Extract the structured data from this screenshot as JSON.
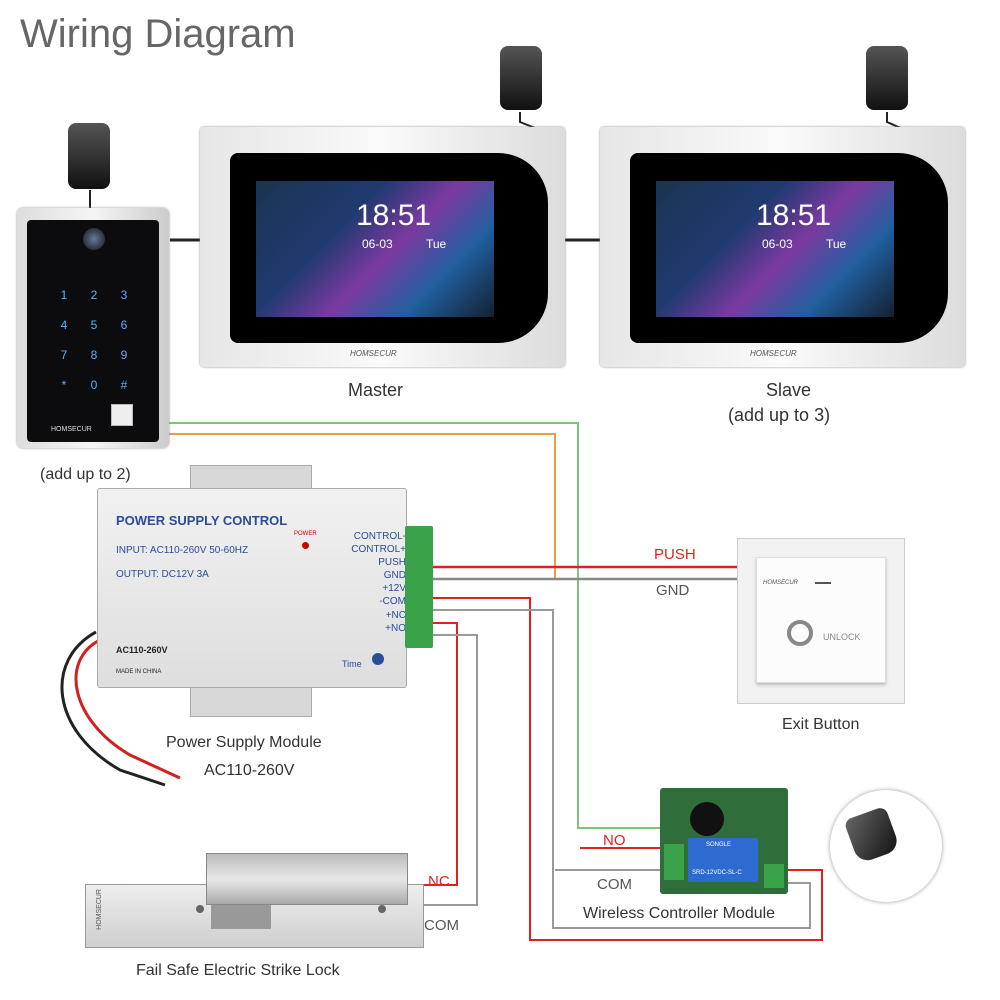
{
  "title": "Wiring Diagram",
  "monitors": {
    "master": {
      "time": "18:51",
      "date": "06-03",
      "day": "Tue",
      "brand": "HOMSECUR",
      "label": "Master"
    },
    "slave": {
      "time": "18:51",
      "date": "06-03",
      "day": "Tue",
      "brand": "HOMSECUR",
      "label_line1": "Slave",
      "label_line2": "(add up to 3)"
    }
  },
  "door_station": {
    "brand": "HOMSECUR",
    "note": "(add up to 2)",
    "keys": [
      "1",
      "2",
      "3",
      "4",
      "5",
      "6",
      "7",
      "8",
      "9",
      "*",
      "0",
      "#"
    ]
  },
  "power_supply": {
    "header": "POWER SUPPLY CONTROL",
    "input": "INPUT: AC110-260V 50-60HZ",
    "output": "OUTPUT: DC12V  3A",
    "ac": "AC110-260V",
    "made": "MADE IN CHINA",
    "power_led": "POWER",
    "time_knob": "Time",
    "terminals": [
      "CONTROL-",
      "CONTROL+",
      "PUSH",
      "GND",
      "+12V",
      "-COM",
      "+NC",
      "+NO"
    ],
    "label_line1": "Power Supply Module",
    "label_line2": "AC110-260V"
  },
  "exit_button": {
    "brand": "HOMSECUR",
    "text": "UNLOCK",
    "label": "Exit Button"
  },
  "lock": {
    "brand": "HOMSECUR",
    "label": "Fail Safe Electric Strike Lock"
  },
  "wireless": {
    "label": "Wireless Controller Module",
    "relay_brand": "SONGLE",
    "relay_model": "SRD-12VDC-SL-C"
  },
  "wires": {
    "push": "PUSH",
    "gnd": "GND",
    "no": "NO",
    "com_wireless": "COM",
    "nc": "NC",
    "com_lock": "COM"
  },
  "colors": {
    "red": "#e02020",
    "gray": "#888888",
    "green": "#7cc47c",
    "orange": "#e8a040",
    "terminal_green": "#3aa34a"
  }
}
